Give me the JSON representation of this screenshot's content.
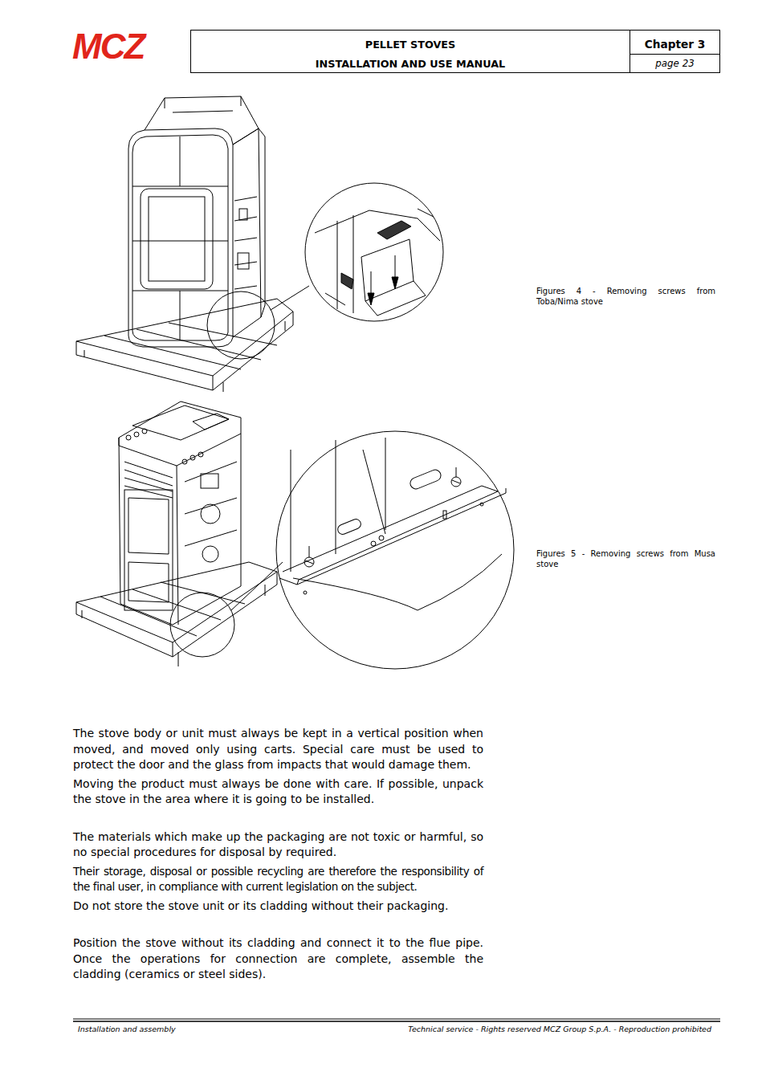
{
  "diagram": {
    "nodes": [
      {
        "text": [
          "PELLET STOVES",
          "INSTALLATION AND USE MANUAL"
        ]
      },
      {
        "text": [
          "Chapter 3",
          "page 23"
        ]
      }
    ],
    "edges": [],
    "labels": [
      "MCZ",
      "Figures 4 - Removing screws from Toba/Nima stove",
      "Figures 5 - Removing screws from Musa stove",
      "The stove body or unit must always be kept in a vertical position when moved, and moved only using carts. Special care must be used to protect the door and the glass from impacts that would damage them.",
      "Moving the product must always be done with care. If possible, unpack the stove in the area where it is going to be installed.",
      "The materials which make up the packaging are not toxic or harmful, so no special procedures for disposal by required.",
      "Their storage, disposal or possible recycling are therefore the responsibility of the final user, in compliance with current legislation on the subject.",
      "Do not store the stove unit or its cladding without their packaging.",
      "Position the stove without its cladding and connect it to the flue pipe. Once the operations for connection are complete, assemble the cladding (ceramics or steel sides).",
      "Installation and assembly",
      "Technical service - Rights reserved MCZ Group S.p.A. - Reproduction prohibited"
    ]
  }
}
